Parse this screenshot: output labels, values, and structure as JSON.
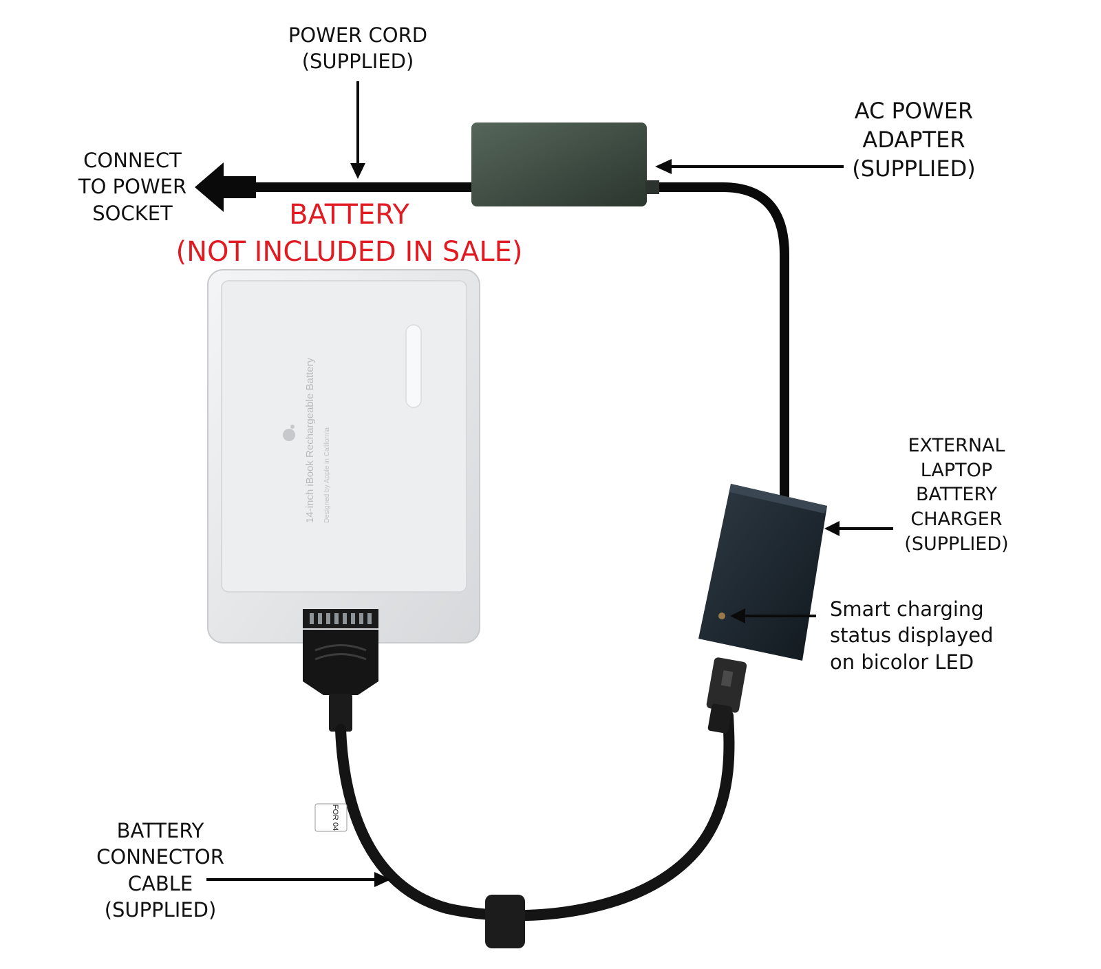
{
  "colors": {
    "text": "#111111",
    "battery_label": "#e01b22",
    "cable": "#0a0a0a",
    "adapter": "#3a4a3e",
    "charger": "#1f2a33",
    "battery_body": "#e4e6e8"
  },
  "labels": {
    "power_cord": [
      "POWER CORD",
      "(SUPPLIED)"
    ],
    "connect_socket": [
      "CONNECT",
      "TO POWER",
      "SOCKET"
    ],
    "ac_adapter": [
      "AC POWER",
      "ADAPTER",
      "(SUPPLIED)"
    ],
    "battery": [
      "BATTERY",
      "(NOT INCLUDED IN SALE)"
    ],
    "external_charger": [
      "EXTERNAL",
      "LAPTOP",
      "BATTERY",
      "CHARGER",
      "(SUPPLIED)"
    ],
    "smart_charging": [
      "Smart charging",
      "status displayed",
      "on bicolor LED"
    ],
    "connector_cable": [
      "BATTERY",
      "CONNECTOR",
      "CABLE",
      "(SUPPLIED)"
    ]
  },
  "battery_print": {
    "line1": "14-inch iBook Rechargeable Battery",
    "line2": "Designed by Apple in California",
    "sticker": "FOR 04"
  },
  "icons": {
    "battery_logo": "apple-logo-icon"
  }
}
